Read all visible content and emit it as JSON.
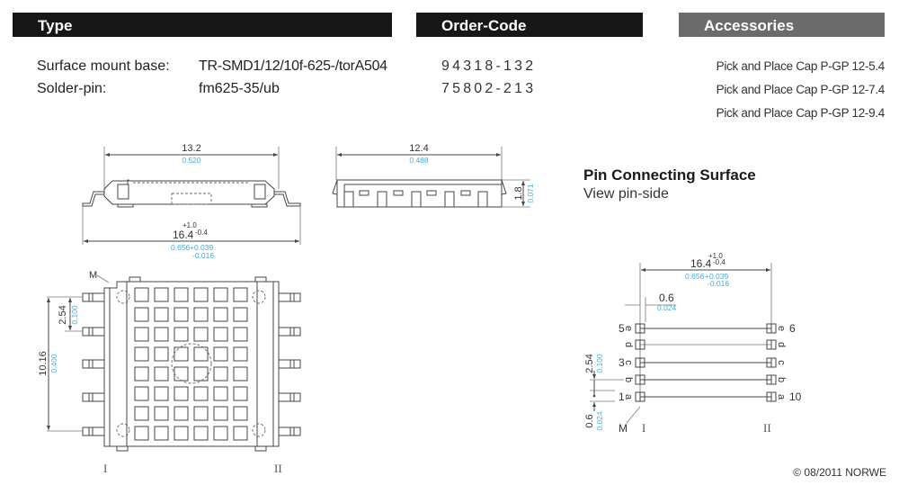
{
  "headers": {
    "type": "Type",
    "order_code": "Order-Code",
    "accessories": "Accessories"
  },
  "type_rows": [
    {
      "label": "Surface mount base:",
      "value": "TR-SMD1/12/10f-625-/torA504",
      "order_code": "94318-132"
    },
    {
      "label": "Solder-pin:",
      "value": "fm625-35/ub",
      "order_code": "75802-213"
    }
  ],
  "accessories": [
    "Pick and Place Cap P-GP 12-5.4",
    "Pick and Place Cap P-GP 12-7.4",
    "Pick and Place Cap P-GP 12-9.4"
  ],
  "pin_surface": {
    "title": "Pin Connecting Surface",
    "subtitle": "View pin-side"
  },
  "drawings": {
    "side_view": {
      "top_dim_mm": "13.2",
      "top_dim_in": "0.520",
      "bottom_dim_mm": "16.4",
      "bottom_tol_plus": "+1.0",
      "bottom_tol_minus": "-0.4",
      "bottom_dim_in": "0.656",
      "bottom_in_tol_plus": "+0.039",
      "bottom_in_tol_minus": "-0.016"
    },
    "front_view": {
      "width_mm": "12.4",
      "width_in": "0.488",
      "height_mm": "1.8",
      "height_in": "0.071"
    },
    "top_view": {
      "marker": "M",
      "pitch_mm": "2.54",
      "pitch_in": "0.100",
      "span_mm": "10.16",
      "span_in": "0.400",
      "row_left": "I",
      "row_right": "II"
    },
    "pin_diagram": {
      "span_mm": "16.4",
      "span_tol_plus": "+1.0",
      "span_tol_minus": "-0.4",
      "span_in": "0.656",
      "span_in_tol_plus": "+0.039",
      "span_in_tol_minus": "-0.016",
      "pad_mm": "0.6",
      "pad_in": "0.024",
      "pitch_mm": "2.54",
      "pitch_in": "0.100",
      "offset_mm": "0.6",
      "offset_in": "0.024",
      "marker": "M",
      "left_labels": [
        "5",
        "",
        "3",
        "",
        "1"
      ],
      "right_labels": [
        "6",
        "",
        "",
        "",
        "10"
      ],
      "letters": [
        "e",
        "d",
        "c",
        "b",
        "a"
      ],
      "row_left": "I",
      "row_right": "II"
    }
  },
  "copyright": "© 08/2011 NORWE"
}
